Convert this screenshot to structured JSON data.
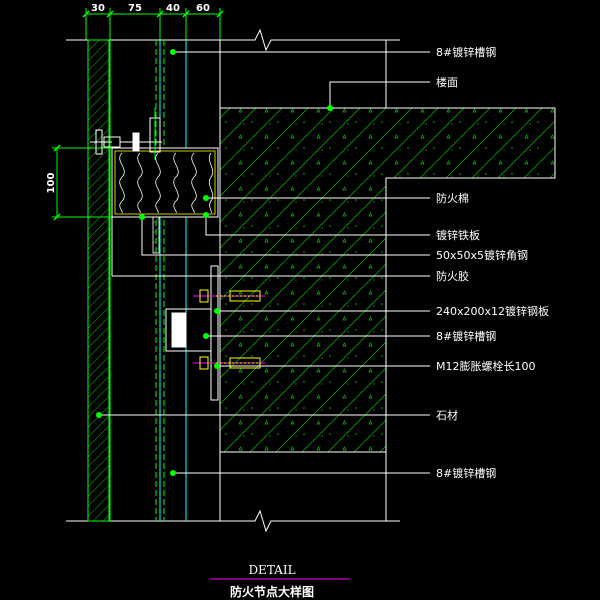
{
  "colors": {
    "background": "#000000",
    "structure": "#00ff00",
    "cyan": "#00ffff",
    "white": "#ffffff",
    "yellow": "#ffff00",
    "magenta": "#ff00ff",
    "hatch_green": "#00cc00"
  },
  "dimensions": {
    "top": [
      "30",
      "75",
      "40",
      "60"
    ],
    "left": "100"
  },
  "labels": [
    "8#镀锌槽钢",
    "楼面",
    "防火棉",
    "镀锌铁板",
    "50x50x5镀锌角钢",
    "防火胶",
    "240x200x12镀锌钢板",
    "8#镀锌槽钢",
    "M12膨胀螺栓长100",
    "石材",
    "8#镀锌槽钢"
  ],
  "title": {
    "main": "DETAIL",
    "sub": "防火节点大样图"
  }
}
